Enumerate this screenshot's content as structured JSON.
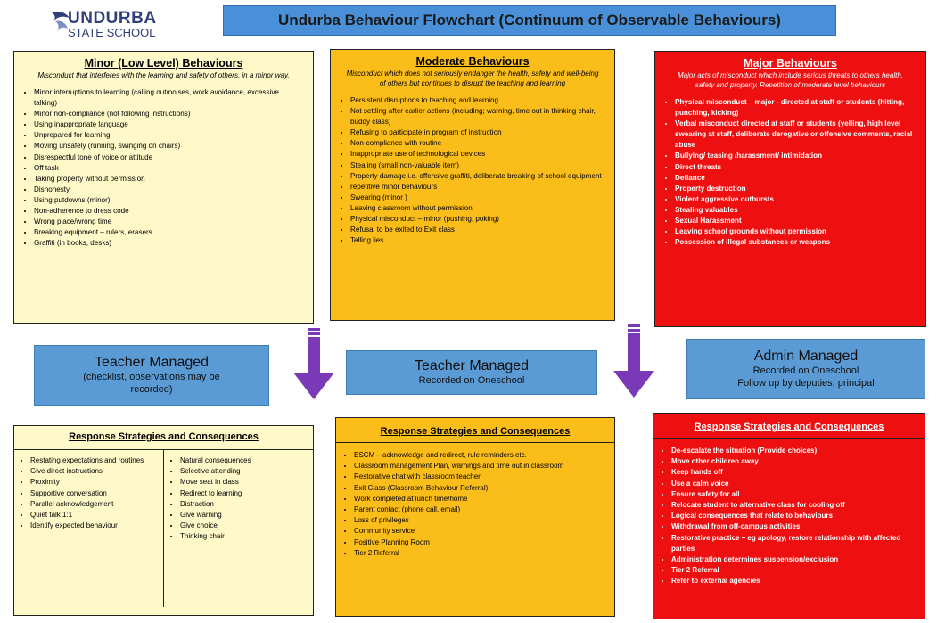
{
  "logo": {
    "line1": "UNDURBA",
    "line2": "STATE SCHOOL"
  },
  "title": "Undurba Behaviour Flowchart (Continuum of Observable Behaviours)",
  "colors": {
    "title_bar": "#4a90d8",
    "minor": "#fff8c9",
    "moderate": "#fbbd19",
    "major": "#ee1010",
    "managed_box": "#5b9bd5",
    "arrow": "#7a3ab8"
  },
  "minor": {
    "title": "Minor (Low Level) Behaviours",
    "desc": "Misconduct that interferes with the learning and safety of others, in a minor way.",
    "items": [
      "Minor interruptions to learning (calling out/noises, work avoidance, excessive talking)",
      "Minor non-compliance (not following instructions)",
      "Using inappropriate language",
      "Unprepared for learning",
      "Moving unsafely (running, swinging on chairs)",
      "Disrespectful tone of voice or attitude",
      "Off task",
      "Taking property without permission",
      "Dishonesty",
      "Using putdowns (minor)",
      "Non-adherence to dress code",
      "Wrong place/wrong time",
      "Breaking equipment – rulers, erasers",
      "Graffiti (in books, desks)"
    ]
  },
  "moderate": {
    "title": "Moderate Behaviours",
    "desc": "Misconduct which does not seriously endanger the health, safety and well-being of others but continues to disrupt the teaching and learning",
    "items": [
      "Persistent disruptions to teaching and learning",
      "Not settling after earlier actions (including; warning, time out in thinking chair, buddy class)",
      "Refusing to participate in program of instruction",
      "Non-compliance with routine",
      "Inappropriate use of technological devices",
      "Stealing (small non-valuable item)",
      "Property damage i.e. offensive graffiti, deliberate breaking of school equipment",
      "repetitive minor behaviours",
      "Swearing (minor )",
      "Leaving classroom without permission",
      "Physical misconduct – minor (pushing, poking)",
      "Refusal to be exited to Exit class",
      "Telling lies"
    ]
  },
  "major": {
    "title": "Major Behaviours",
    "desc": "Major acts of misconduct which include serious threats to others health, safety and property. Repetition of moderate level behaviours",
    "items": [
      "Physical misconduct – major - directed at staff or students (hitting, punching, kicking)",
      "Verbal misconduct directed at staff or students (yelling, high level swearing at staff, deliberate derogative or offensive comments, racial abuse",
      "Bullying/ teasing /harassment/ intimidation",
      "Direct threats",
      "Defiance",
      "Property destruction",
      "Violent aggressive outbursts",
      "Stealing valuables",
      "Sexual Harassment",
      "Leaving school grounds without permission",
      "Possession of illegal substances or weapons"
    ]
  },
  "managed": {
    "left": {
      "title": "Teacher Managed",
      "sub": "(checklist, observations may be recorded)"
    },
    "middle": {
      "title": "Teacher Managed",
      "sub": "Recorded on Oneschool"
    },
    "right": {
      "title": "Admin Managed",
      "sub1": "Recorded on Oneschool",
      "sub2": "Follow up by deputies, principal"
    }
  },
  "response_left": {
    "title": "Response Strategies and Consequences",
    "col1": [
      "Restating expectations and routines",
      "Give direct instructions",
      "Proximity",
      "Supportive conversation",
      "Parallel acknowledgement",
      "Quiet talk 1:1",
      "Identify expected behaviour"
    ],
    "col2": [
      "Natural consequences",
      "Selective attending",
      "Move seat in class",
      "Redirect to learning",
      "Distraction",
      "Give warning",
      "Give choice",
      "Thinking chair"
    ]
  },
  "response_middle": {
    "title": "Response Strategies and Consequences",
    "items": [
      "ESCM – acknowledge and redirect, rule reminders etc.",
      "Classroom management Plan, warnings and time out in classroom",
      "Restorative chat with classroom teacher",
      "Exit Class (Classroom Behaviour Referral)",
      "Work completed at lunch time/home",
      "Parent contact (phone call, email)",
      "Loss of privileges",
      "Community service",
      "Positive Planning Room",
      "Tier 2 Referral"
    ]
  },
  "response_right": {
    "title": "Response Strategies and Consequences",
    "items": [
      "De-escalate the situation (Provide choices)",
      "Move other children away",
      "Keep hands off",
      "Use a calm voice",
      "Ensure safety for all",
      "Relocate student to alternative class for cooling off",
      "Logical consequences that relate to behaviours",
      "Withdrawal from off-campus activities",
      "Restorative practice – eg apology, restore relationship with affected parties",
      "Administration determines suspension/exclusion",
      "Tier 2 Referral",
      "Refer to external agencies"
    ]
  }
}
